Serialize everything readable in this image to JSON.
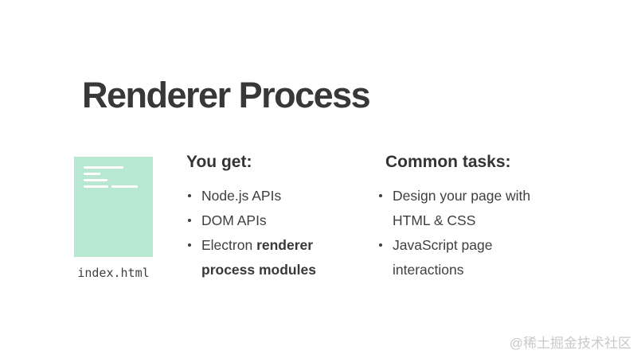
{
  "slide": {
    "title": "Renderer Process",
    "file_card": {
      "filename": "index.html"
    },
    "columns": [
      {
        "heading": "You get:",
        "bullets": [
          {
            "segments": [
              {
                "text": "Node.js APIs",
                "bold": false
              }
            ]
          },
          {
            "segments": [
              {
                "text": "DOM APIs",
                "bold": false
              }
            ]
          },
          {
            "segments": [
              {
                "text": "Electron ",
                "bold": false
              },
              {
                "text": "renderer\nprocess modules",
                "bold": true
              }
            ]
          }
        ]
      },
      {
        "heading": "Common tasks:",
        "bullets": [
          {
            "segments": [
              {
                "text": "Design your page with\nHTML & CSS",
                "bold": false
              }
            ]
          },
          {
            "segments": [
              {
                "text": "JavaScript page\ninteractions",
                "bold": false
              }
            ]
          }
        ]
      }
    ],
    "watermark": "@稀土掘金技术社区",
    "colors": {
      "background": "#ffffff",
      "card_green": "#b9e8d2",
      "card_line": "#ffffff",
      "title_text": "#383838",
      "heading_text": "#333333",
      "body_text": "#3f3f3f",
      "watermark_text": "#c9c9c9"
    }
  }
}
